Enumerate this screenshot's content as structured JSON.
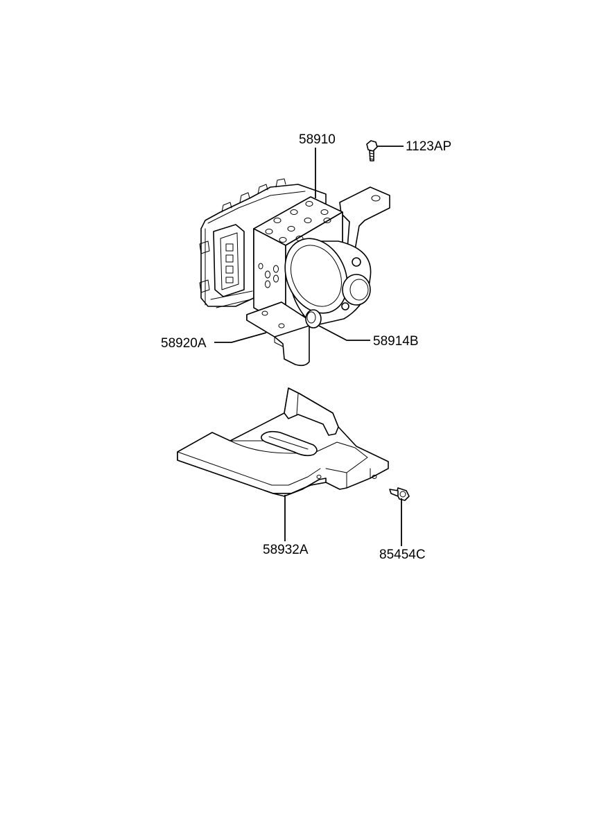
{
  "parts": {
    "p58910": "58910",
    "p1123AP": "1123AP",
    "p58920A": "58920A",
    "p58914B": "58914B",
    "p58932A": "58932A",
    "p85454C": "85454C"
  }
}
